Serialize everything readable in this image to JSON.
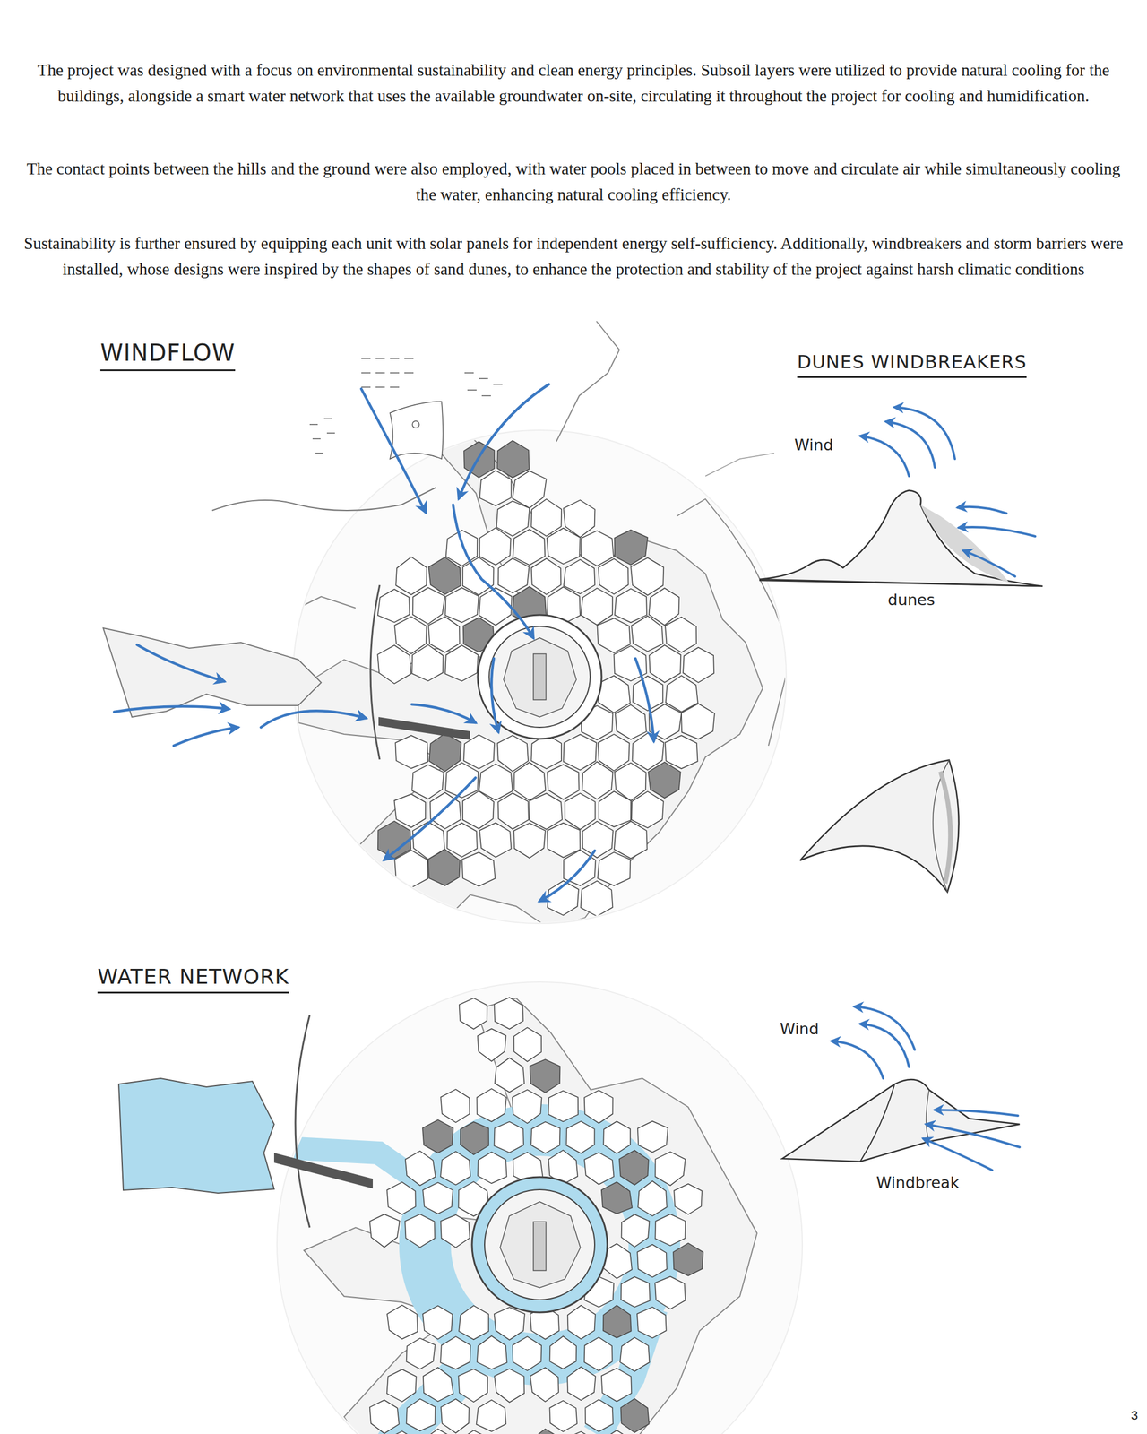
{
  "diagram": {
    "labels": [
      "The project was designed with a focus on environmental sustainability and clean energy principles. Subsoil layers were utilized to provide natural cooling for the buildings, alongside a smart water network that uses the available groundwater on-site, circulating it throughout the project for cooling and humidification.",
      "The contact points between the hills and the ground were also employed, with water pools placed in between to move and circulate air while simultaneously cooling the water, enhancing natural cooling efficiency.",
      "Sustainability is further ensured by equipping each unit with solar panels for independent energy self-sufficiency. Additionally, windbreakers and storm barriers were installed, whose designs were inspired by the shapes of sand dunes, to enhance the protection and stability of the project against harsh climatic conditions",
      "WINDFLOW",
      "DUNES WINDBREAKERS",
      "Wind",
      "dunes",
      "WATER NETWORK",
      "Wind",
      "Windbreak",
      "3"
    ]
  }
}
